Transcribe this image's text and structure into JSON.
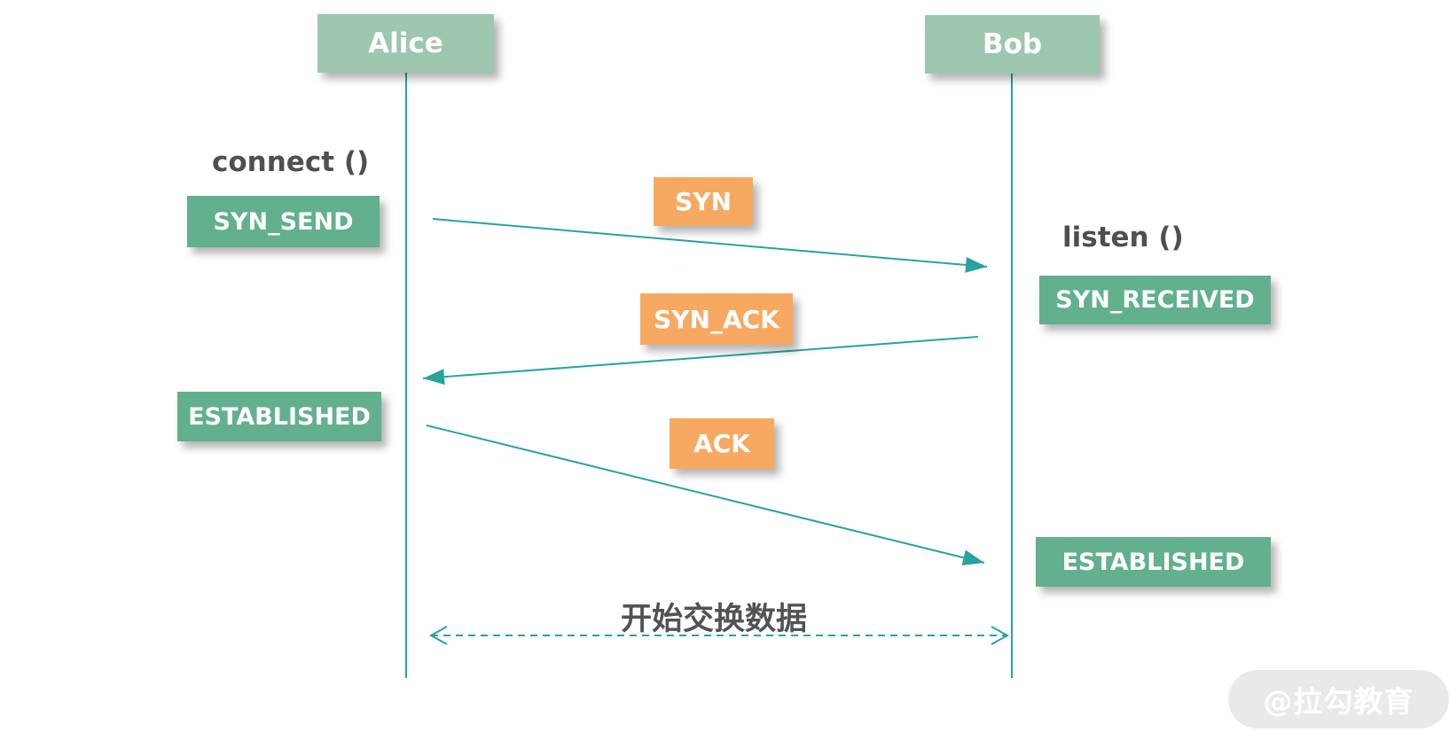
{
  "diagram_type": "sequence-diagram",
  "actors": {
    "alice": "Alice",
    "bob": "Bob"
  },
  "calls": {
    "connect": "connect ()",
    "listen": "listen ()"
  },
  "states": {
    "syn_send": "SYN_SEND",
    "syn_received": "SYN_RECEIVED",
    "established_alice": "ESTABLISHED",
    "established_bob": "ESTABLISHED"
  },
  "messages": [
    {
      "label": "SYN",
      "from": "Alice",
      "to": "Bob"
    },
    {
      "label": "SYN_ACK",
      "from": "Bob",
      "to": "Alice"
    },
    {
      "label": "ACK",
      "from": "Alice",
      "to": "Bob"
    }
  ],
  "footer": {
    "exchange_label": "开始交换数据"
  },
  "watermark": {
    "label": "@拉勾教育"
  },
  "colors": {
    "accent_teal": "#28a39e",
    "actor_green": "#9dc7ae",
    "state_green": "#62b08d",
    "message_orange": "#f8a961",
    "text_dark": "#4f4f4f",
    "watermark_bg": "#e9e9e9"
  }
}
